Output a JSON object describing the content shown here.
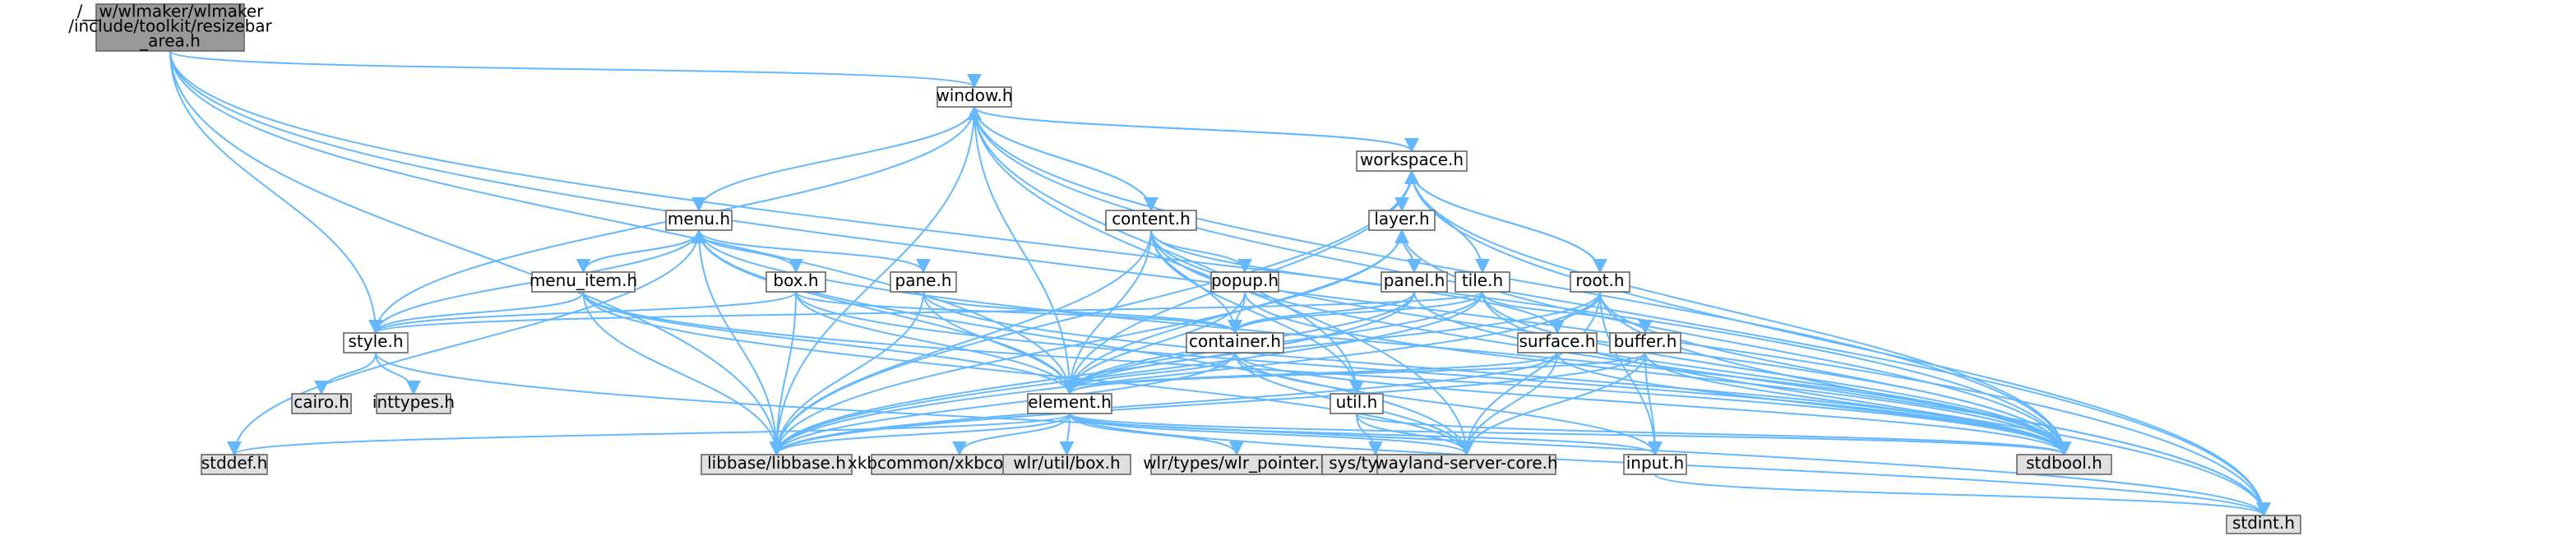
{
  "graph": {
    "colors": {
      "edge": "#63b8ff",
      "root_fill": "#999999",
      "project_fill": "#ffffff",
      "system_fill": "#e0e0e0",
      "border": "#666666"
    },
    "nodes": [
      {
        "id": "resizebar_area",
        "lines": [
          "/__w/wlmaker/wlmaker",
          "/include/toolkit/resizebar",
          "_area.h"
        ],
        "kind": "root"
      },
      {
        "id": "window",
        "lines": [
          "window.h"
        ],
        "kind": "project"
      },
      {
        "id": "workspace",
        "lines": [
          "workspace.h"
        ],
        "kind": "project"
      },
      {
        "id": "content",
        "lines": [
          "content.h"
        ],
        "kind": "project"
      },
      {
        "id": "layer",
        "lines": [
          "layer.h"
        ],
        "kind": "project"
      },
      {
        "id": "menu",
        "lines": [
          "menu.h"
        ],
        "kind": "project"
      },
      {
        "id": "menu_item",
        "lines": [
          "menu_item.h"
        ],
        "kind": "project"
      },
      {
        "id": "box",
        "lines": [
          "box.h"
        ],
        "kind": "project"
      },
      {
        "id": "pane",
        "lines": [
          "pane.h"
        ],
        "kind": "project"
      },
      {
        "id": "popup",
        "lines": [
          "popup.h"
        ],
        "kind": "project"
      },
      {
        "id": "panel",
        "lines": [
          "panel.h"
        ],
        "kind": "project"
      },
      {
        "id": "tile",
        "lines": [
          "tile.h"
        ],
        "kind": "project"
      },
      {
        "id": "root",
        "lines": [
          "root.h"
        ],
        "kind": "project"
      },
      {
        "id": "style",
        "lines": [
          "style.h"
        ],
        "kind": "project"
      },
      {
        "id": "container",
        "lines": [
          "container.h"
        ],
        "kind": "project"
      },
      {
        "id": "surface",
        "lines": [
          "surface.h"
        ],
        "kind": "project"
      },
      {
        "id": "buffer",
        "lines": [
          "buffer.h"
        ],
        "kind": "project"
      },
      {
        "id": "element",
        "lines": [
          "element.h"
        ],
        "kind": "project"
      },
      {
        "id": "util",
        "lines": [
          "util.h"
        ],
        "kind": "project"
      },
      {
        "id": "input",
        "lines": [
          "input.h"
        ],
        "kind": "project"
      },
      {
        "id": "cairo",
        "lines": [
          "cairo.h"
        ],
        "kind": "system"
      },
      {
        "id": "inttypes",
        "lines": [
          "inttypes.h"
        ],
        "kind": "system"
      },
      {
        "id": "stddef",
        "lines": [
          "stddef.h"
        ],
        "kind": "system"
      },
      {
        "id": "libbase",
        "lines": [
          "libbase/libbase.h"
        ],
        "kind": "system"
      },
      {
        "id": "xkbcommon",
        "lines": [
          "xkbcommon/xkbcommon.h"
        ],
        "kind": "system"
      },
      {
        "id": "wlr_box",
        "lines": [
          "wlr/util/box.h"
        ],
        "kind": "system"
      },
      {
        "id": "wlr_pointer",
        "lines": [
          "wlr/types/wlr_pointer.h"
        ],
        "kind": "system"
      },
      {
        "id": "sys_types",
        "lines": [
          "sys/types.h"
        ],
        "kind": "system"
      },
      {
        "id": "wayland",
        "lines": [
          "wayland-server-core.h"
        ],
        "kind": "system"
      },
      {
        "id": "stdbool",
        "lines": [
          "stdbool.h"
        ],
        "kind": "system"
      },
      {
        "id": "stdint",
        "lines": [
          "stdint.h"
        ],
        "kind": "system"
      }
    ],
    "edges": [
      [
        "resizebar_area",
        "window"
      ],
      [
        "resizebar_area",
        "stdbool"
      ],
      [
        "resizebar_area",
        "stdint"
      ],
      [
        "resizebar_area",
        "libbase"
      ],
      [
        "resizebar_area",
        "style"
      ],
      [
        "resizebar_area",
        "element"
      ],
      [
        "window",
        "content"
      ],
      [
        "window",
        "workspace"
      ],
      [
        "window",
        "menu"
      ],
      [
        "window",
        "style"
      ],
      [
        "window",
        "element"
      ],
      [
        "window",
        "util"
      ],
      [
        "window",
        "libbase"
      ],
      [
        "window",
        "stdbool"
      ],
      [
        "window",
        "stdint"
      ],
      [
        "window",
        "wayland"
      ],
      [
        "workspace",
        "window"
      ],
      [
        "workspace",
        "layer"
      ],
      [
        "workspace",
        "root"
      ],
      [
        "workspace",
        "tile"
      ],
      [
        "workspace",
        "element"
      ],
      [
        "workspace",
        "libbase"
      ],
      [
        "workspace",
        "stdbool"
      ],
      [
        "workspace",
        "stdint"
      ],
      [
        "content",
        "window"
      ],
      [
        "content",
        "popup"
      ],
      [
        "content",
        "container"
      ],
      [
        "content",
        "element"
      ],
      [
        "content",
        "surface"
      ],
      [
        "content",
        "util"
      ],
      [
        "content",
        "libbase"
      ],
      [
        "content",
        "stdbool"
      ],
      [
        "content",
        "stdint"
      ],
      [
        "layer",
        "workspace"
      ],
      [
        "layer",
        "panel"
      ],
      [
        "layer",
        "element"
      ],
      [
        "layer",
        "libbase"
      ],
      [
        "layer",
        "stdbool"
      ],
      [
        "menu",
        "menu_item"
      ],
      [
        "menu",
        "box"
      ],
      [
        "menu",
        "pane"
      ],
      [
        "menu",
        "style"
      ],
      [
        "menu",
        "element"
      ],
      [
        "menu",
        "libbase"
      ],
      [
        "menu",
        "stddef"
      ],
      [
        "menu",
        "stdbool"
      ],
      [
        "menu",
        "wayland"
      ],
      [
        "menu_item",
        "menu"
      ],
      [
        "menu_item",
        "style"
      ],
      [
        "menu_item",
        "element"
      ],
      [
        "menu_item",
        "libbase"
      ],
      [
        "menu_item",
        "stdbool"
      ],
      [
        "menu_item",
        "wayland"
      ],
      [
        "box",
        "container"
      ],
      [
        "box",
        "style"
      ],
      [
        "box",
        "element"
      ],
      [
        "box",
        "libbase"
      ],
      [
        "box",
        "stdbool"
      ],
      [
        "pane",
        "container"
      ],
      [
        "pane",
        "element"
      ],
      [
        "pane",
        "libbase"
      ],
      [
        "pane",
        "stdbool"
      ],
      [
        "popup",
        "container"
      ],
      [
        "popup",
        "element"
      ],
      [
        "popup",
        "stdbool"
      ],
      [
        "panel",
        "layer"
      ],
      [
        "panel",
        "container"
      ],
      [
        "panel",
        "element"
      ],
      [
        "panel",
        "libbase"
      ],
      [
        "panel",
        "stdbool"
      ],
      [
        "tile",
        "container"
      ],
      [
        "tile",
        "buffer"
      ],
      [
        "tile",
        "style"
      ],
      [
        "tile",
        "element"
      ],
      [
        "tile",
        "libbase"
      ],
      [
        "tile",
        "stdbool"
      ],
      [
        "tile",
        "stdint"
      ],
      [
        "root",
        "workspace"
      ],
      [
        "root",
        "surface"
      ],
      [
        "root",
        "element"
      ],
      [
        "root",
        "input"
      ],
      [
        "root",
        "libbase"
      ],
      [
        "root",
        "wayland"
      ],
      [
        "root",
        "stdbool"
      ],
      [
        "root",
        "stdint"
      ],
      [
        "style",
        "cairo"
      ],
      [
        "style",
        "inttypes"
      ],
      [
        "style",
        "stdint"
      ],
      [
        "container",
        "element"
      ],
      [
        "container",
        "input"
      ],
      [
        "container",
        "libbase"
      ],
      [
        "container",
        "wayland"
      ],
      [
        "container",
        "stdbool"
      ],
      [
        "surface",
        "element"
      ],
      [
        "surface",
        "libbase"
      ],
      [
        "surface",
        "wayland"
      ],
      [
        "surface",
        "stdbool"
      ],
      [
        "buffer",
        "element"
      ],
      [
        "buffer",
        "input"
      ],
      [
        "buffer",
        "libbase"
      ],
      [
        "buffer",
        "wayland"
      ],
      [
        "buffer",
        "stdbool"
      ],
      [
        "element",
        "input"
      ],
      [
        "element",
        "libbase"
      ],
      [
        "element",
        "xkbcommon"
      ],
      [
        "element",
        "wlr_box"
      ],
      [
        "element",
        "wlr_pointer"
      ],
      [
        "element",
        "wayland"
      ],
      [
        "element",
        "stddef"
      ],
      [
        "element",
        "stdbool"
      ],
      [
        "element",
        "stdint"
      ],
      [
        "util",
        "sys_types"
      ],
      [
        "util",
        "wayland"
      ],
      [
        "util",
        "stdbool"
      ],
      [
        "input",
        "stdint"
      ]
    ]
  }
}
